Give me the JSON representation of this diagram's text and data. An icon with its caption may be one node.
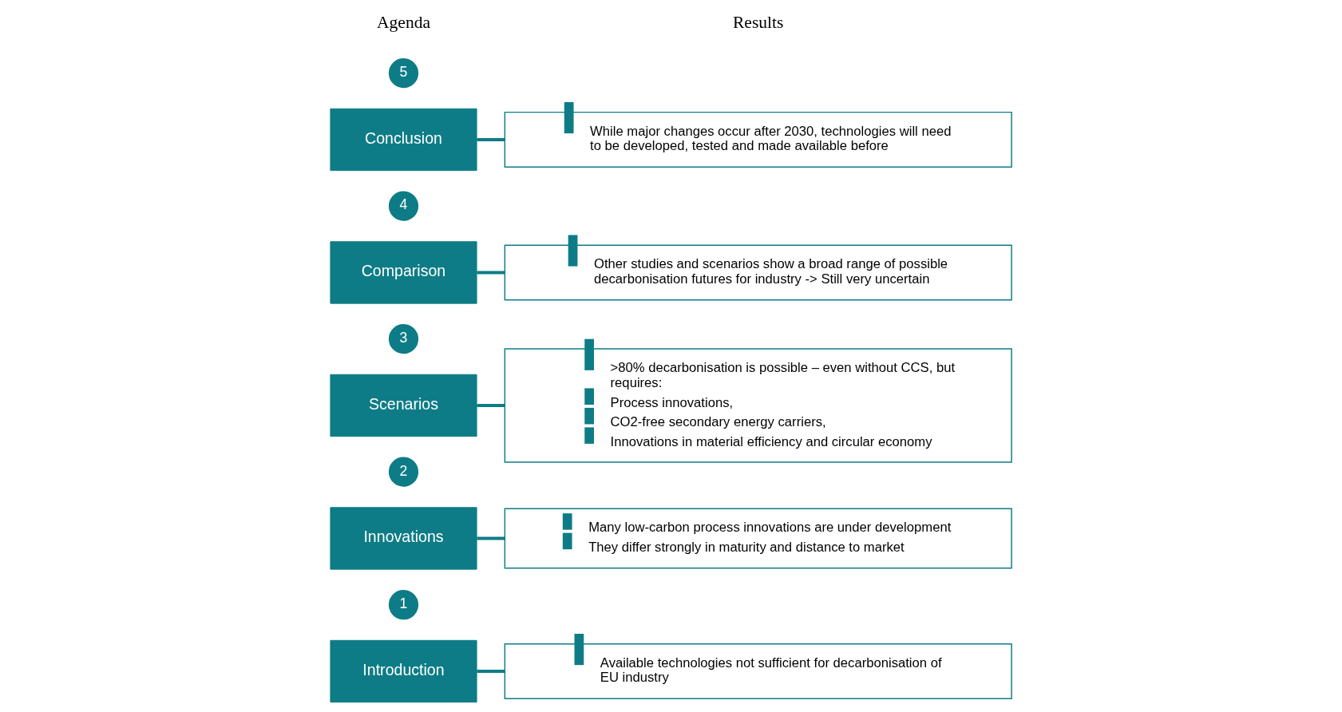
{
  "diagram": {
    "nodes": [
      {
        "text": [
          "1"
        ]
      },
      {
        "text": [
          "Introduction"
        ]
      },
      {
        "text": [
          "Available technologies not sufficient for decarbonisation of EU industry"
        ]
      },
      {
        "text": [
          "2"
        ]
      },
      {
        "text": [
          "Innovations"
        ]
      },
      {
        "text": [
          "Many low-carbon process innovations are under development",
          "They differ strongly in maturity and distance to market"
        ]
      },
      {
        "text": [
          "3"
        ]
      },
      {
        "text": [
          "Scenarios"
        ]
      },
      {
        "text": [
          ">80% decarbonisation is possible – even without CCS, but requires:",
          "Process innovations,",
          "CO2-free secondary energy carriers,",
          "Innovations in material efficiency and circular economy"
        ]
      },
      {
        "text": [
          "4"
        ]
      },
      {
        "text": [
          "Comparison"
        ]
      },
      {
        "text": [
          "Other studies and scenarios show a broad range of possible decarbonisation futures for industry -> Still very uncertain"
        ]
      },
      {
        "text": [
          "5"
        ]
      },
      {
        "text": [
          "Conclusion"
        ]
      },
      {
        "text": [
          "While major changes occur after 2030, technologies will need to be developed, tested and made available before"
        ]
      }
    ],
    "edges": [
      {
        "from": 1,
        "to": 2,
        "arrow": "none"
      },
      {
        "from": 4,
        "to": 5,
        "arrow": "none"
      },
      {
        "from": 7,
        "to": 8,
        "arrow": "none"
      },
      {
        "from": 10,
        "to": 11,
        "arrow": "none"
      },
      {
        "from": 13,
        "to": 14,
        "arrow": "none"
      }
    ],
    "labels": [
      "Agenda",
      "Results"
    ]
  }
}
